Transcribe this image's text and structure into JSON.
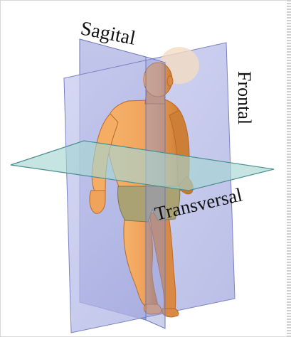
{
  "labels": {
    "sagital": "Sagital",
    "frontal": "Frontal",
    "transversal": "Transversal"
  },
  "colors": {
    "background": "#ffffff",
    "sagital_plane": "#9aa0d8",
    "frontal_plane": "#b4b8e6",
    "transversal_plane": "#a6d6d3",
    "skin": "#f0a35a",
    "skin_shadow": "#c8762f",
    "shorts": "#a8a070",
    "label_text": "#111111"
  }
}
